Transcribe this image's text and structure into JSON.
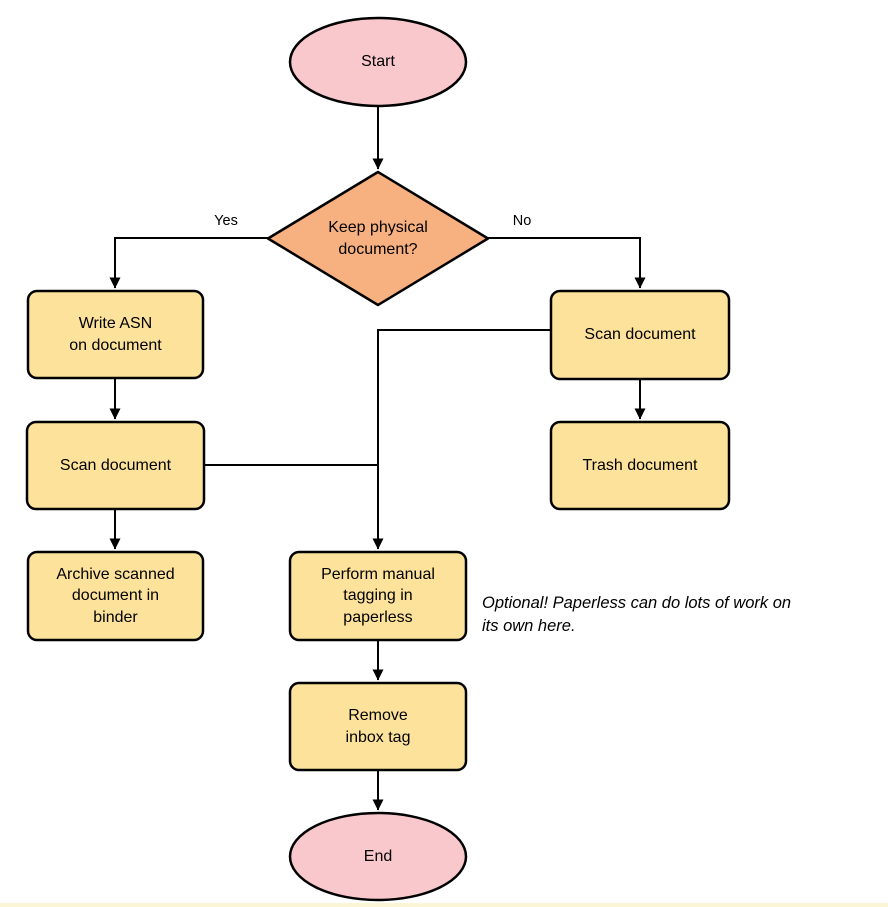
{
  "flowchart": {
    "nodes": {
      "start": {
        "label": "Start",
        "type": "terminator"
      },
      "decision_keep_physical": {
        "label": "Keep physical\ndocument?",
        "type": "decision"
      },
      "write_asn": {
        "label": "Write ASN\non document",
        "type": "process"
      },
      "scan_document_left": {
        "label": "Scan document",
        "type": "process"
      },
      "archive_binder": {
        "label": "Archive scanned\ndocument in\nbinder",
        "type": "process"
      },
      "scan_document_right": {
        "label": "Scan document",
        "type": "process"
      },
      "trash_document": {
        "label": "Trash document",
        "type": "process"
      },
      "manual_tagging": {
        "label": "Perform manual\ntagging in\npaperless",
        "type": "process"
      },
      "remove_inbox_tag": {
        "label": "Remove\ninbox tag",
        "type": "process"
      },
      "end": {
        "label": "End",
        "type": "terminator"
      }
    },
    "edge_labels": {
      "yes": "Yes",
      "no": "No"
    },
    "annotation": "Optional! Paperless can do lots of work on\nits own here.",
    "colors": {
      "terminator_fill": "#F8C8CC",
      "decision_fill": "#F7B07F",
      "process_fill": "#FCE29B",
      "stroke": "#000000",
      "bottom_strip": "#FBF4D5"
    }
  }
}
